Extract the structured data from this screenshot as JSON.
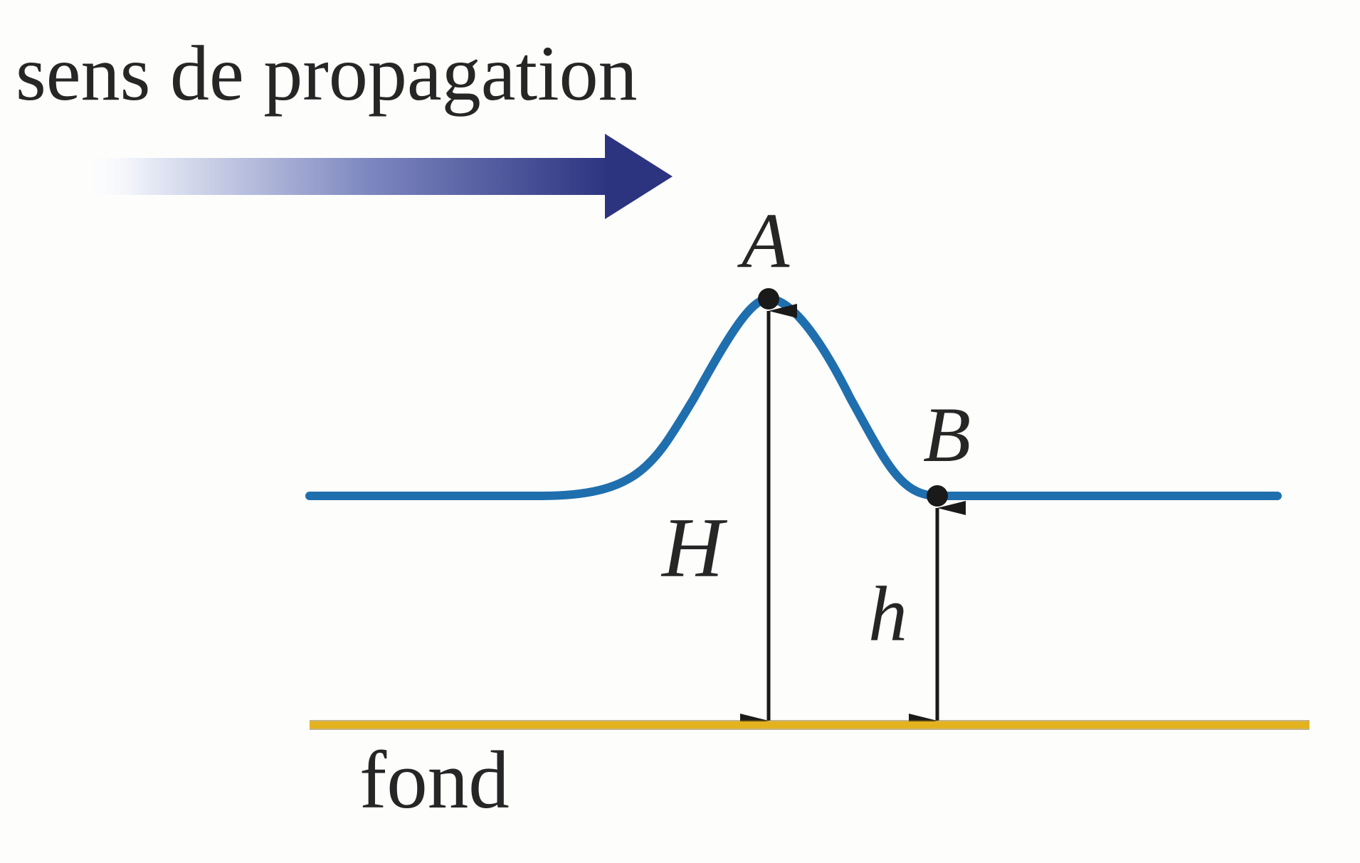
{
  "diagram": {
    "direction_label": "sens de propagation",
    "point_a_label": "A",
    "point_b_label": "B",
    "height_H_label": "H",
    "height_h_label": "h",
    "bottom_label": "fond"
  },
  "colors": {
    "wave": "#1f6fae",
    "arrow_start": "#e8ecf6",
    "arrow_end": "#2c3480",
    "bottom_line": "#e3b21f",
    "bottom_line_edge": "#8a6a12",
    "text": "#262626",
    "measure_arrows": "#1a1a1a"
  }
}
